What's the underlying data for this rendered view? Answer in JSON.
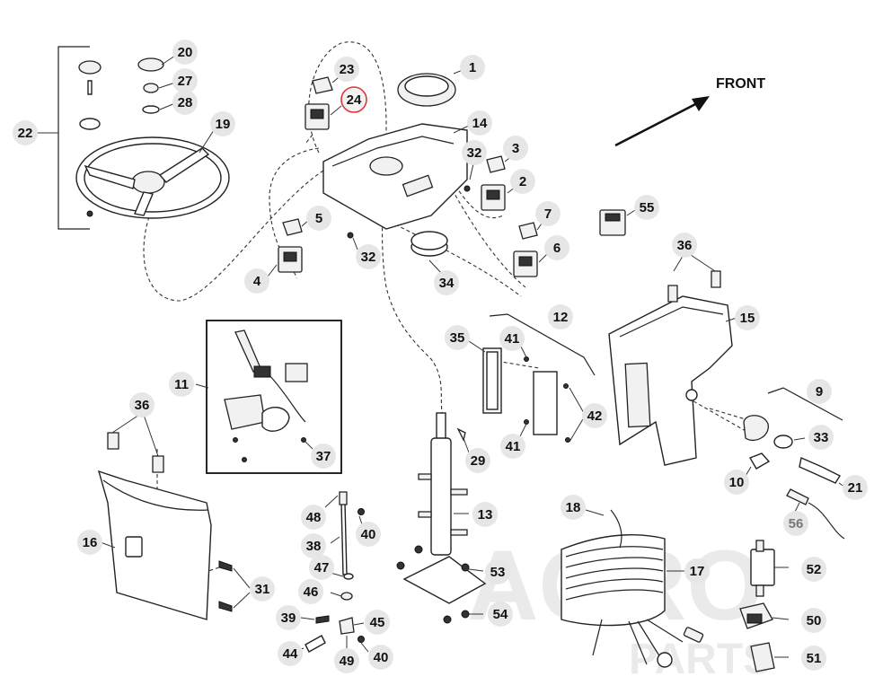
{
  "diagram": {
    "front_label": "FRONT",
    "watermark": {
      "line1": "AGRO",
      "line2": "PARTS"
    },
    "callouts": [
      {
        "id": "c1",
        "text": "1"
      },
      {
        "id": "c2",
        "text": "2"
      },
      {
        "id": "c3",
        "text": "3"
      },
      {
        "id": "c4",
        "text": "4"
      },
      {
        "id": "c5",
        "text": "5"
      },
      {
        "id": "c6",
        "text": "6"
      },
      {
        "id": "c7",
        "text": "7"
      },
      {
        "id": "c9",
        "text": "9"
      },
      {
        "id": "c10",
        "text": "10"
      },
      {
        "id": "c11",
        "text": "11"
      },
      {
        "id": "c12",
        "text": "12"
      },
      {
        "id": "c13",
        "text": "13"
      },
      {
        "id": "c14",
        "text": "14"
      },
      {
        "id": "c15",
        "text": "15"
      },
      {
        "id": "c16",
        "text": "16"
      },
      {
        "id": "c17",
        "text": "17"
      },
      {
        "id": "c18",
        "text": "18"
      },
      {
        "id": "c19",
        "text": "19"
      },
      {
        "id": "c20",
        "text": "20"
      },
      {
        "id": "c21",
        "text": "21"
      },
      {
        "id": "c22",
        "text": "22"
      },
      {
        "id": "c23",
        "text": "23"
      },
      {
        "id": "c24",
        "text": "24",
        "highlighted": true
      },
      {
        "id": "c27",
        "text": "27"
      },
      {
        "id": "c28",
        "text": "28"
      },
      {
        "id": "c29",
        "text": "29"
      },
      {
        "id": "c31",
        "text": "31"
      },
      {
        "id": "c32a",
        "text": "32"
      },
      {
        "id": "c32b",
        "text": "32"
      },
      {
        "id": "c33",
        "text": "33"
      },
      {
        "id": "c34",
        "text": "34"
      },
      {
        "id": "c35",
        "text": "35"
      },
      {
        "id": "c36a",
        "text": "36"
      },
      {
        "id": "c36b",
        "text": "36"
      },
      {
        "id": "c37",
        "text": "37"
      },
      {
        "id": "c38",
        "text": "38"
      },
      {
        "id": "c39",
        "text": "39"
      },
      {
        "id": "c40a",
        "text": "40"
      },
      {
        "id": "c40b",
        "text": "40"
      },
      {
        "id": "c41a",
        "text": "41"
      },
      {
        "id": "c41b",
        "text": "41"
      },
      {
        "id": "c42",
        "text": "42"
      },
      {
        "id": "c44",
        "text": "44"
      },
      {
        "id": "c45",
        "text": "45"
      },
      {
        "id": "c46",
        "text": "46"
      },
      {
        "id": "c47",
        "text": "47"
      },
      {
        "id": "c48",
        "text": "48"
      },
      {
        "id": "c49",
        "text": "49"
      },
      {
        "id": "c50",
        "text": "50"
      },
      {
        "id": "c51",
        "text": "51"
      },
      {
        "id": "c52",
        "text": "52"
      },
      {
        "id": "c53",
        "text": "53"
      },
      {
        "id": "c54",
        "text": "54"
      },
      {
        "id": "c55",
        "text": "55"
      },
      {
        "id": "c56",
        "text": "56",
        "dim": true
      }
    ]
  }
}
